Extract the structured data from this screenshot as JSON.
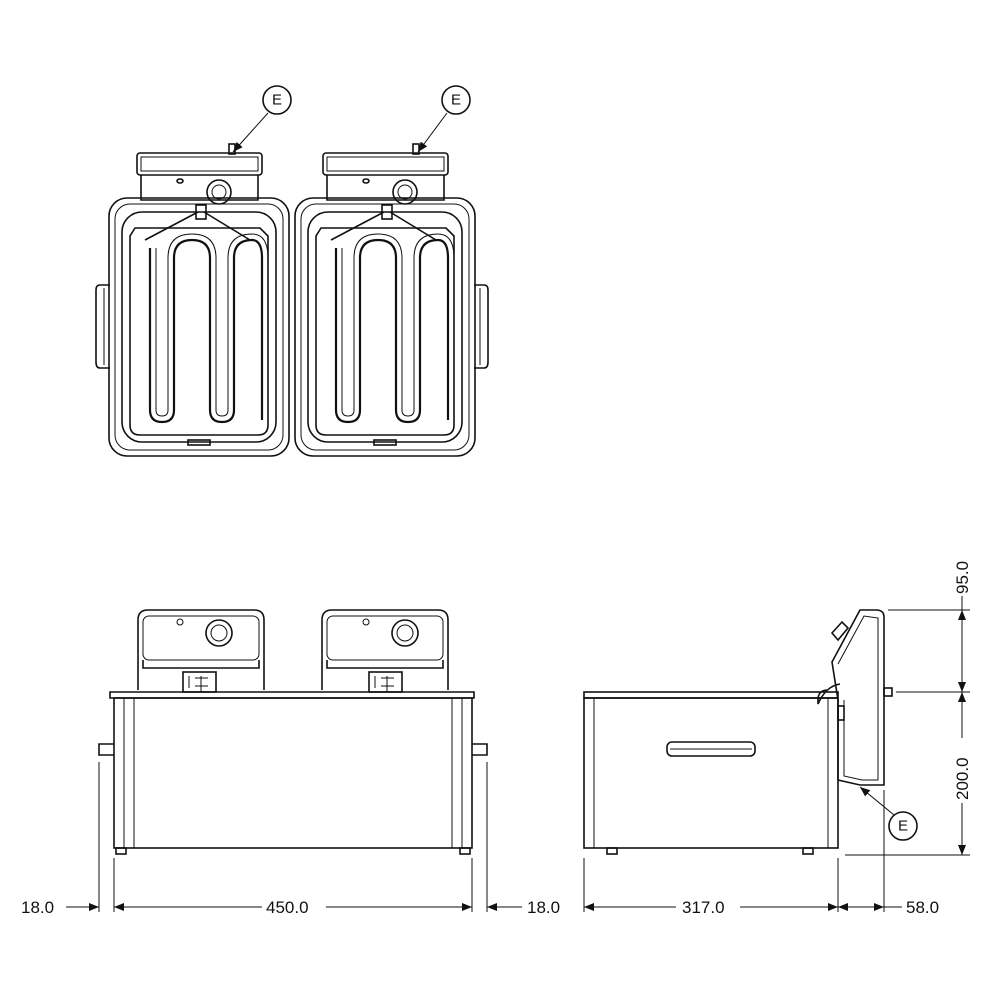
{
  "callout_label": "E",
  "dimensions": {
    "left_offset": "18.0",
    "front_width": "450.0",
    "right_offset": "18.0",
    "side_depth": "317.0",
    "side_extra": "58.0",
    "height_top": "95.0",
    "height_body": "200.0"
  }
}
